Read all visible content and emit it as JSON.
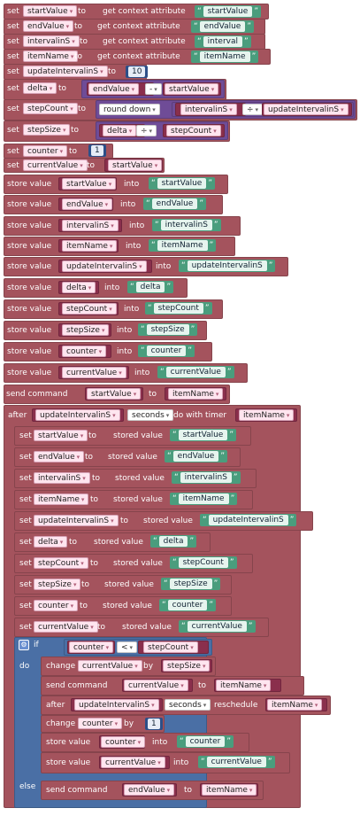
{
  "workspace": {
    "set": "set",
    "to": "to",
    "get_ctx": "get context attribute",
    "store_value": "store value",
    "into": "into",
    "send_command": "send command",
    "after": "after",
    "seconds": "seconds",
    "do_with_timer": "do with timer",
    "stored_value": "stored value",
    "if": "if",
    "do": "do",
    "else": "else",
    "change": "change",
    "by": "by",
    "reschedule": "reschedule",
    "round_down": "round down"
  },
  "vars": {
    "startValue": "startValue",
    "endValue": "endValue",
    "intervalinS": "intervalinS",
    "itemName": "itemName",
    "updateIntervalinS": "updateIntervalinS",
    "delta": "delta",
    "stepCount": "stepCount",
    "stepSize": "stepSize",
    "counter": "counter",
    "currentValue": "currentValue"
  },
  "strings": {
    "startValue": "startValue",
    "endValue": "endValue",
    "interval": "interval",
    "itemName": "itemName",
    "delta": "delta",
    "intervalinS": "intervalinS",
    "updateIntervalinS": "updateIntervalinS",
    "stepCount": "stepCount",
    "stepSize": "stepSize",
    "counter": "counter",
    "currentValue": "currentValue"
  },
  "numbers": {
    "ten": "10",
    "one_a": "1",
    "one_b": "1"
  },
  "ops": {
    "minus": "-",
    "divide_a": "÷",
    "divide_b": "÷",
    "lt": "<"
  },
  "colors": {
    "set": "#a4535d",
    "math": "#6f4c97",
    "string": "#4a9d7d",
    "number": "#2c4f88",
    "logic": "#4a6fa5",
    "command": "#8a2f4c"
  }
}
